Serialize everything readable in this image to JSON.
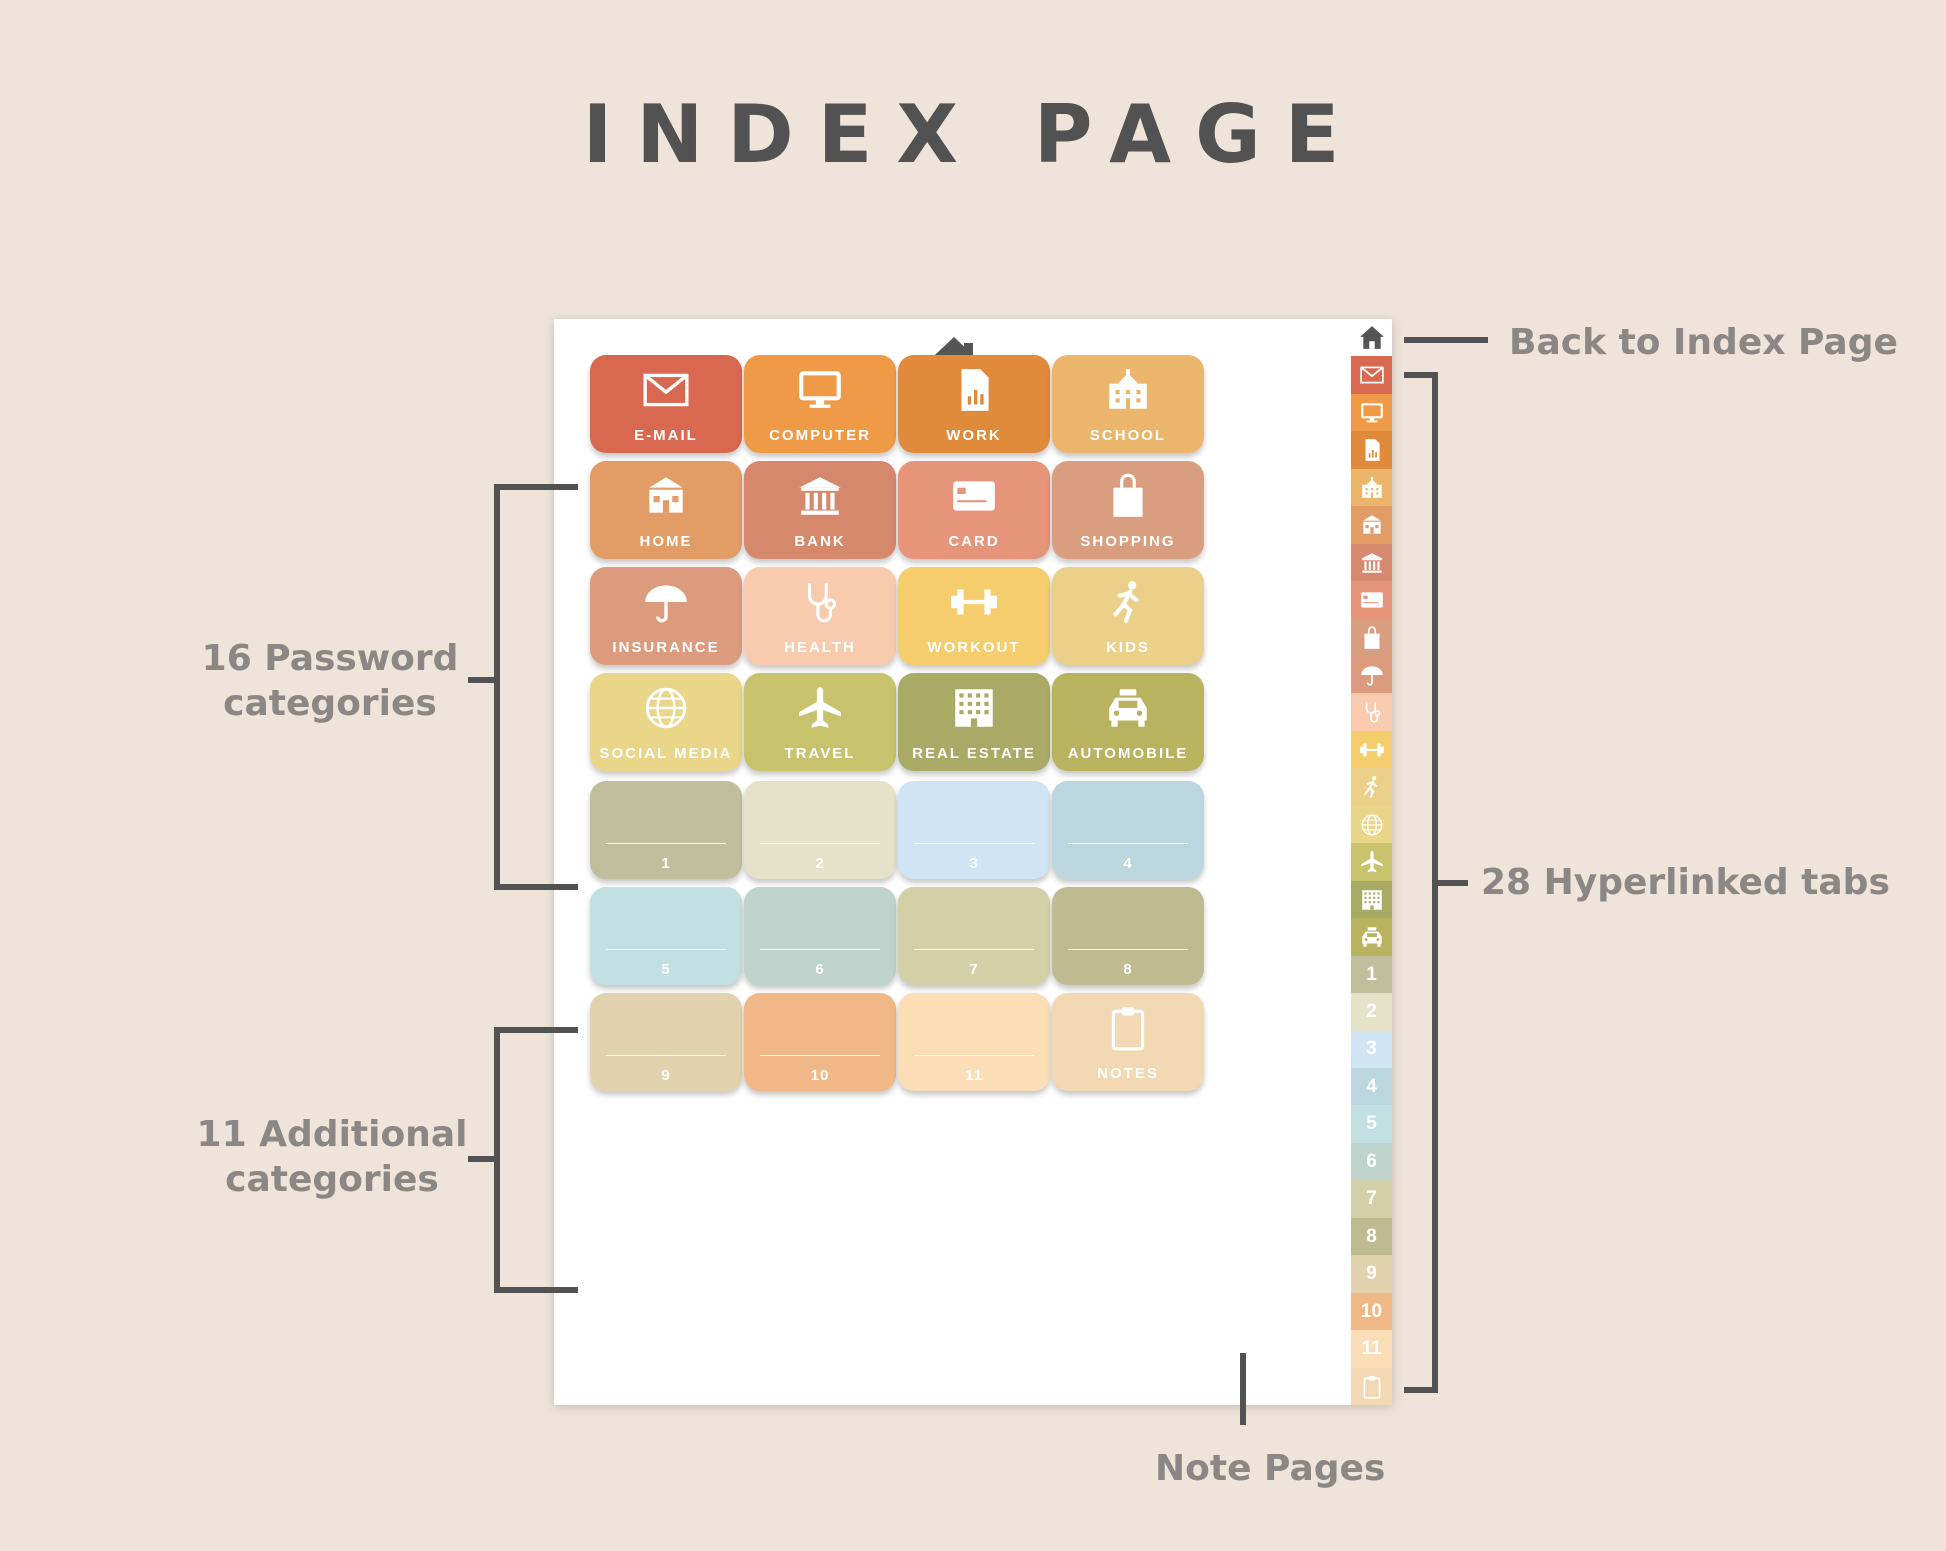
{
  "title": "INDEX PAGE",
  "annotations": {
    "password_line1": "16 Password",
    "password_line2": "categories",
    "additional_line1": "11 Additional",
    "additional_line2": "categories",
    "back": "Back to Index Page",
    "hyperlinked": "28 Hyperlinked tabs",
    "notes": "Note Pages"
  },
  "colors": {
    "background": "#efe4da",
    "bracket": "#525252",
    "annotation_text": "#8a8785"
  },
  "tiles": [
    {
      "label": "E-MAIL",
      "icon": "mail-icon",
      "color": "#d8684f"
    },
    {
      "label": "COMPUTER",
      "icon": "computer-icon",
      "color": "#ef9a46"
    },
    {
      "label": "WORK",
      "icon": "document-chart-icon",
      "color": "#e08a3c"
    },
    {
      "label": "SCHOOL",
      "icon": "school-building-icon",
      "color": "#ebb56b"
    },
    {
      "label": "HOME",
      "icon": "house-icon",
      "color": "#e19d65"
    },
    {
      "label": "BANK",
      "icon": "bank-icon",
      "color": "#d6886c"
    },
    {
      "label": "CARD",
      "icon": "credit-card-icon",
      "color": "#e6957a"
    },
    {
      "label": "SHOPPING",
      "icon": "shopping-bag-icon",
      "color": "#d99e80"
    },
    {
      "label": "INSURANCE",
      "icon": "umbrella-icon",
      "color": "#dd9b7e"
    },
    {
      "label": "HEALTH",
      "icon": "stethoscope-icon",
      "color": "#f8cbae"
    },
    {
      "label": "WORKOUT",
      "icon": "dumbbell-icon",
      "color": "#f5cd6c"
    },
    {
      "label": "KIDS",
      "icon": "running-child-icon",
      "color": "#ebd08a"
    },
    {
      "label": "SOCIAL MEDIA",
      "icon": "globe-icon",
      "color": "#e9d688"
    },
    {
      "label": "TRAVEL",
      "icon": "airplane-icon",
      "color": "#c8c26d"
    },
    {
      "label": "REAL ESTATE",
      "icon": "apartment-building-icon",
      "color": "#a9aa66"
    },
    {
      "label": "AUTOMOBILE",
      "icon": "car-icon",
      "color": "#b9b25f"
    },
    {
      "label": "1",
      "icon": "",
      "color": "#c1be9d"
    },
    {
      "label": "2",
      "icon": "",
      "color": "#e4e3c9"
    },
    {
      "label": "3",
      "icon": "",
      "color": "#d0e4f3"
    },
    {
      "label": "4",
      "icon": "",
      "color": "#bcd6e0"
    },
    {
      "label": "5",
      "icon": "",
      "color": "#c2dfe2"
    },
    {
      "label": "6",
      "icon": "",
      "color": "#bdd3cc"
    },
    {
      "label": "7",
      "icon": "",
      "color": "#d3d0a8"
    },
    {
      "label": "8",
      "icon": "",
      "color": "#bebb91"
    },
    {
      "label": "9",
      "icon": "",
      "color": "#e2d2ae"
    },
    {
      "label": "10",
      "icon": "",
      "color": "#f0b887"
    },
    {
      "label": "11",
      "icon": "",
      "color": "#fbddb6"
    },
    {
      "label": "NOTES",
      "icon": "clipboard-icon",
      "color": "#f2d9b3"
    }
  ],
  "tabs": [
    {
      "label": "",
      "icon": "home-icon",
      "color": "#ffffff"
    },
    {
      "label": "",
      "icon": "mail-icon",
      "color": "#d8684f"
    },
    {
      "label": "",
      "icon": "computer-icon",
      "color": "#ef9a46"
    },
    {
      "label": "",
      "icon": "document-chart-icon",
      "color": "#e08a3c"
    },
    {
      "label": "",
      "icon": "school-building-icon",
      "color": "#ebb56b"
    },
    {
      "label": "",
      "icon": "house-icon",
      "color": "#e19d65"
    },
    {
      "label": "",
      "icon": "bank-icon",
      "color": "#d6886c"
    },
    {
      "label": "",
      "icon": "credit-card-icon",
      "color": "#e6957a"
    },
    {
      "label": "",
      "icon": "shopping-bag-icon",
      "color": "#d99e80"
    },
    {
      "label": "",
      "icon": "umbrella-icon",
      "color": "#dd9b7e"
    },
    {
      "label": "",
      "icon": "stethoscope-icon",
      "color": "#f8cbae"
    },
    {
      "label": "",
      "icon": "dumbbell-icon",
      "color": "#f5cd6c"
    },
    {
      "label": "",
      "icon": "running-child-icon",
      "color": "#ebd08a"
    },
    {
      "label": "",
      "icon": "globe-icon",
      "color": "#e9d688"
    },
    {
      "label": "",
      "icon": "airplane-icon",
      "color": "#c8c26d"
    },
    {
      "label": "",
      "icon": "apartment-building-icon",
      "color": "#a9aa66"
    },
    {
      "label": "",
      "icon": "car-icon",
      "color": "#b9b25f"
    },
    {
      "label": "1",
      "icon": "",
      "color": "#c1be9d"
    },
    {
      "label": "2",
      "icon": "",
      "color": "#e4e3c9"
    },
    {
      "label": "3",
      "icon": "",
      "color": "#d0e4f3"
    },
    {
      "label": "4",
      "icon": "",
      "color": "#bcd6e0"
    },
    {
      "label": "5",
      "icon": "",
      "color": "#c2dfe2"
    },
    {
      "label": "6",
      "icon": "",
      "color": "#bdd3cc"
    },
    {
      "label": "7",
      "icon": "",
      "color": "#d3d0a8"
    },
    {
      "label": "8",
      "icon": "",
      "color": "#bebb91"
    },
    {
      "label": "9",
      "icon": "",
      "color": "#e2d2ae"
    },
    {
      "label": "10",
      "icon": "",
      "color": "#f0b887"
    },
    {
      "label": "11",
      "icon": "",
      "color": "#fbddb6"
    },
    {
      "label": "",
      "icon": "clipboard-icon",
      "color": "#f2d9b3"
    }
  ]
}
